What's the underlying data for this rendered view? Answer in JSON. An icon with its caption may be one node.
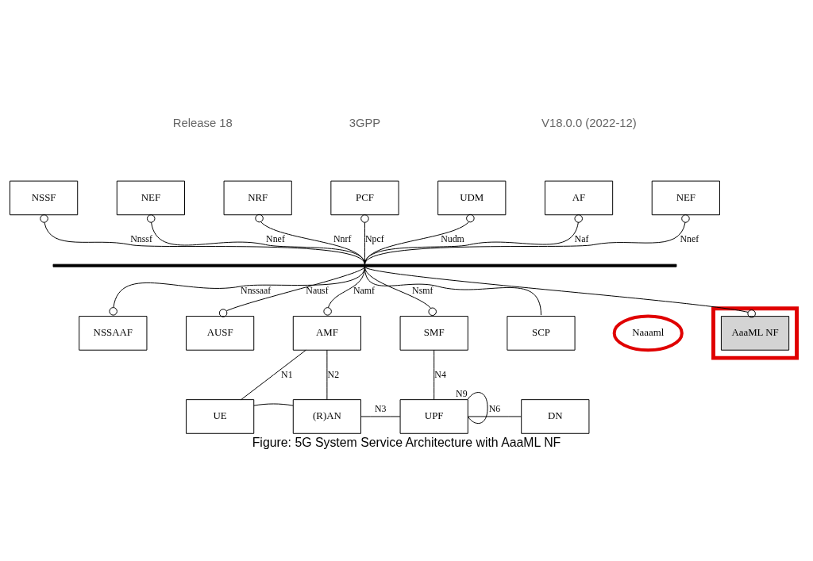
{
  "diagram": {
    "caption": "Figure: 5G System Service Architecture with AaaML NF",
    "nodes": [
      {
        "text": [
          "NSSF"
        ]
      },
      {
        "text": [
          "NEF"
        ]
      },
      {
        "text": [
          "NRF"
        ]
      },
      {
        "text": [
          "PCF"
        ]
      },
      {
        "text": [
          "UDM"
        ]
      },
      {
        "text": [
          "AF"
        ]
      },
      {
        "text": [
          "NEF"
        ]
      },
      {
        "text": [],
        "shape": "bar"
      },
      {
        "text": [
          "NSSAAF"
        ]
      },
      {
        "text": [
          "AUSF"
        ]
      },
      {
        "text": [
          "AMF"
        ]
      },
      {
        "text": [
          "SMF"
        ]
      },
      {
        "text": [
          "SCP"
        ]
      },
      {
        "text": [
          "Naaaml"
        ]
      },
      {
        "text": [],
        "shape": "box"
      },
      {
        "text": [
          "AaaML NF"
        ],
        "in": 14
      },
      {
        "text": [
          "UE"
        ]
      },
      {
        "text": [
          "(R)AN"
        ]
      },
      {
        "text": [
          "UPF"
        ]
      },
      {
        "text": [
          "DN"
        ]
      }
    ],
    "edges": [
      {
        "from": 0,
        "to": 7,
        "arrow": "other",
        "label": "Nnssf"
      },
      {
        "from": 1,
        "to": 7,
        "arrow": "other",
        "label": "Nnef"
      },
      {
        "from": 2,
        "to": 7,
        "arrow": "other",
        "label": "Nnrf"
      },
      {
        "from": 3,
        "to": 7,
        "arrow": "other",
        "label": "Npcf"
      },
      {
        "from": 4,
        "to": 7,
        "arrow": "other",
        "label": "Nudm"
      },
      {
        "from": 5,
        "to": 7,
        "arrow": "other",
        "label": "Naf"
      },
      {
        "from": 6,
        "to": 7,
        "arrow": "other",
        "label": "Nnef"
      },
      {
        "from": 8,
        "to": 7,
        "arrow": "other",
        "label": "Nnssaaf"
      },
      {
        "from": 9,
        "to": 7,
        "arrow": "other",
        "label": "Nausf"
      },
      {
        "from": 10,
        "to": 7,
        "arrow": "other",
        "label": "Namf"
      },
      {
        "from": 11,
        "to": 7,
        "arrow": "other",
        "label": "Nsmf"
      },
      {
        "from": 12,
        "to": 7,
        "arrow": "none"
      },
      {
        "from": 15,
        "to": 7,
        "arrow": "other"
      },
      {
        "from": 16,
        "to": 10,
        "arrow": "none",
        "label": "N1"
      },
      {
        "from": 17,
        "to": 10,
        "arrow": "none",
        "label": "N2"
      },
      {
        "from": 11,
        "to": 18,
        "arrow": "none",
        "label": "N4"
      },
      {
        "from": 18,
        "to": 18,
        "arrow": "none",
        "label": "N9"
      },
      {
        "from": 16,
        "to": 17,
        "arrow": "none"
      },
      {
        "from": 17,
        "to": 18,
        "arrow": "none",
        "label": "N3"
      },
      {
        "from": 18,
        "to": 19,
        "arrow": "none",
        "label": "N6"
      }
    ],
    "labels": [
      "Release 18",
      "3GPP",
      "V18.0.0 (2022-12)"
    ]
  }
}
